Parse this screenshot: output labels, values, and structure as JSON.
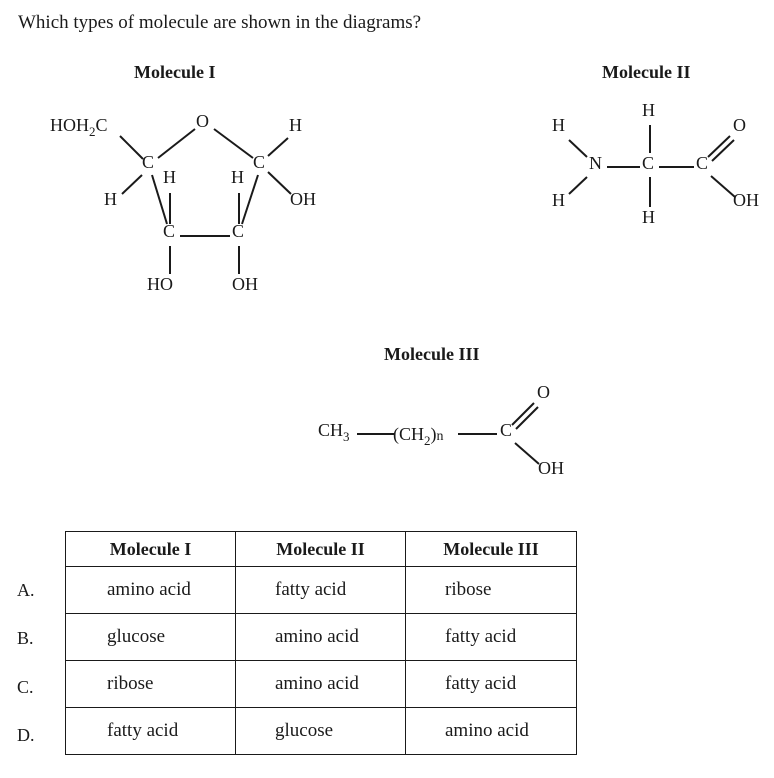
{
  "question": "Which types of molecule are shown in the diagrams?",
  "molecules": {
    "m1": {
      "title": "Molecule I",
      "labels": {
        "hoh2c": "HOH",
        "hoh2c_sub": "2",
        "hoh2c_c": "C",
        "o_ring": "O",
        "c_left": "C",
        "c_right": "C",
        "h_top_right": "H",
        "oh_right": "OH",
        "h_left": "H",
        "h_inner_left": "H",
        "h_inner_right": "H",
        "c_bottom_left": "C",
        "c_bottom_right": "C",
        "ho_bottom": "HO",
        "oh_bottom": "OH"
      }
    },
    "m2": {
      "title": "Molecule II",
      "labels": {
        "h_nt": "H",
        "h_nb": "H",
        "n": "N",
        "c_alpha": "C",
        "h_top": "H",
        "h_bottom": "H",
        "c_carboxyl": "C",
        "o": "O",
        "oh": "OH"
      }
    },
    "m3": {
      "title": "Molecule III",
      "labels": {
        "ch3": "CH",
        "ch3_sub": "3",
        "ch2_open": "(CH",
        "ch2_sub": "2",
        "ch2_close": ")",
        "n": "n",
        "c": "C",
        "o": "O",
        "oh": "OH"
      }
    }
  },
  "table": {
    "headers": [
      "Molecule I",
      "Molecule II",
      "Molecule III"
    ],
    "rows": [
      {
        "option": "A.",
        "cells": [
          "amino acid",
          "fatty acid",
          "ribose"
        ]
      },
      {
        "option": "B.",
        "cells": [
          "glucose",
          "amino acid",
          "fatty acid"
        ]
      },
      {
        "option": "C.",
        "cells": [
          "ribose",
          "amino acid",
          "fatty acid"
        ]
      },
      {
        "option": "D.",
        "cells": [
          "fatty acid",
          "glucose",
          "amino acid"
        ]
      }
    ]
  }
}
